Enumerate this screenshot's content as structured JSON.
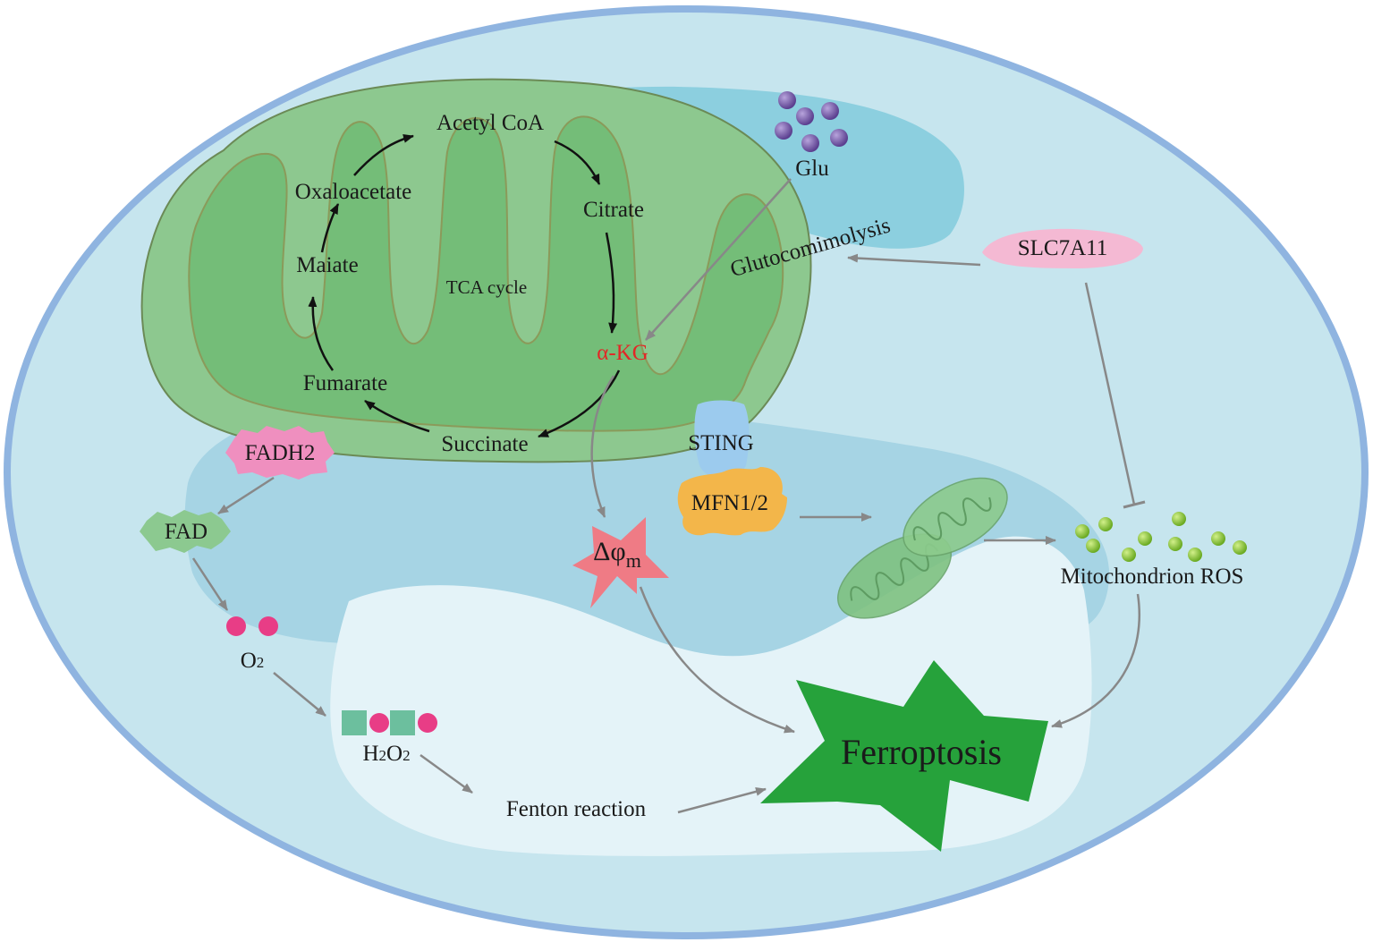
{
  "diagram": {
    "tca_cycle": {
      "center_label": "TCA cycle",
      "metabolites": {
        "acetyl_coa": "Acetyl CoA",
        "citrate": "Citrate",
        "akg": "α-KG",
        "succinate": "Succinate",
        "fumarate": "Fumarate",
        "malate": "Maiate",
        "oxaloacetate": "Oxaloacetate"
      }
    },
    "glu": "Glu",
    "glutaminolysis": "Glutocomimolysis",
    "slc7a11": "SLC7A11",
    "sting": "STING",
    "mfn": "MFN1/2",
    "fadh2": "FADH2",
    "fad": "FAD",
    "o2": {
      "base": "O",
      "sub": "2"
    },
    "h2o2": {
      "a": "H",
      "a_sub": "2",
      "b": "O",
      "b_sub": "2"
    },
    "fenton": "Fenton reaction",
    "delta_phi": {
      "base": "Δφ",
      "sub": "m"
    },
    "mito_ros": "Mitochondrion ROS",
    "ferroptosis": "Ferroptosis",
    "colors": {
      "background": "#ffffff",
      "cell_membrane": "#8fb4e0",
      "cytoplasm": "#c6e5ee",
      "nucleus_region": "#a6d4e4",
      "er_region": "#8ccfdf",
      "light_region": "#e4f3f8",
      "mitochondrion": "#8dc88f",
      "cristae": "#74bd78",
      "akg_text": "#e32626",
      "pathway_arrow": "#888888",
      "cycle_arrow": "#111111",
      "glu_dot": "#6a4f9c",
      "ros_dot": "#86c236",
      "o2_dot": "#e83d86",
      "h2o2_square": "#6cbf9e",
      "fadh2": "#ef8fbf",
      "fad": "#8cc990",
      "slc7a11": "#f4b9d3",
      "sting": "#9ccbee",
      "mfn": "#f3b64a",
      "delta_star": "#ef7b85",
      "ferroptosis": "#26a23b"
    }
  }
}
